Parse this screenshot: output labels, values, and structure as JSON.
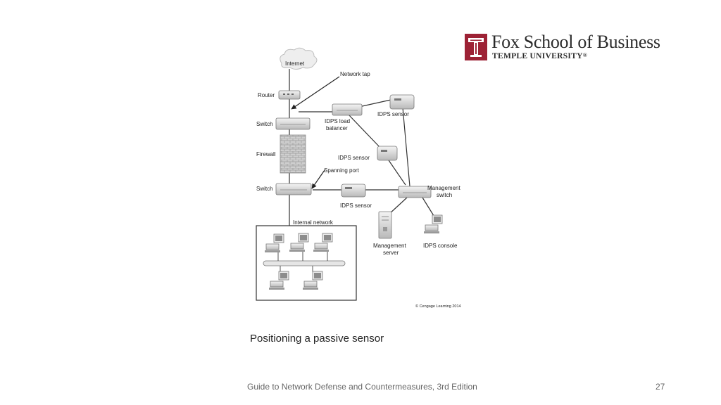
{
  "logo": {
    "title": "Fox School of Business",
    "subtitle": "TEMPLE UNIVERSITY",
    "registered": "®",
    "brand_color": "#9d2235"
  },
  "diagram": {
    "labels": {
      "internet": "Internet",
      "network_tap": "Network tap",
      "router": "Router",
      "switch_top": "Switch",
      "idps_sensor_top": "IDPS sensor",
      "idps_load_balancer_l1": "IDPS load",
      "idps_load_balancer_l2": "balancer",
      "firewall": "Firewall",
      "idps_sensor_mid": "IDPS sensor",
      "spanning_port": "Spanning port",
      "switch_bottom": "Switch",
      "idps_sensor_bottom": "IDPS sensor",
      "management_switch_l1": "Management",
      "management_switch_l2": "switch",
      "internal_network": "Internal network",
      "management_server_l1": "Management",
      "management_server_l2": "server",
      "idps_console": "IDPS console",
      "copyright": "© Cengage Learning 2014"
    }
  },
  "caption": "Positioning a passive sensor",
  "footer": "Guide to Network Defense and Countermeasures, 3rd  Edition",
  "page_number": "27"
}
